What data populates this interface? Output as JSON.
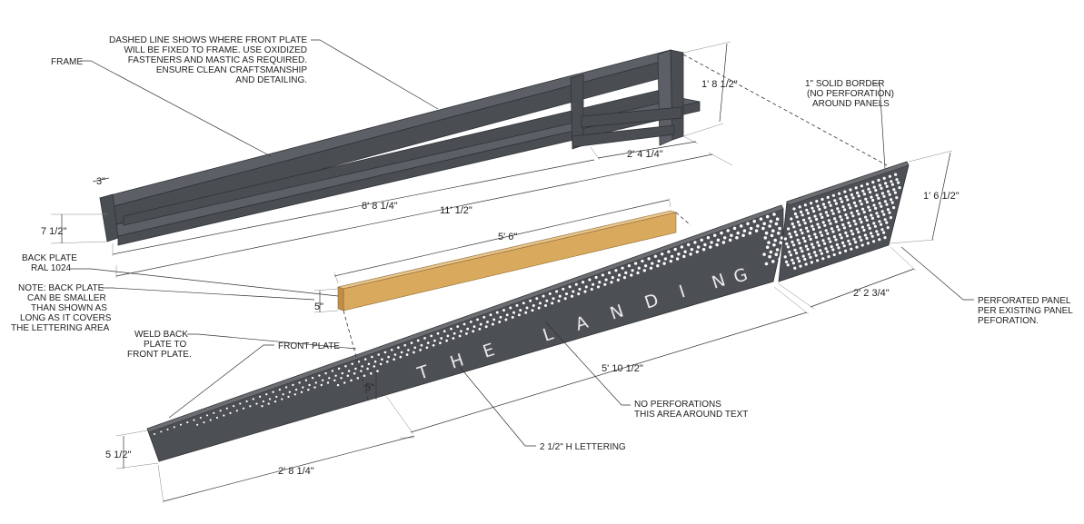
{
  "notes": {
    "dashed_line": [
      "DASHED LINE SHOWS WHERE FRONT PLATE",
      "WILL BE FIXED TO FRAME. USE OXIDIZED",
      "FASTENERS AND MASTIC AS REQUIRED.",
      "ENSURE CLEAN CRAFTSMANSHIP",
      "AND DETAILING."
    ],
    "frame": "FRAME",
    "back_plate": [
      "BACK PLATE",
      "RAL 1024"
    ],
    "back_plate_note": [
      "NOTE: BACK PLATE",
      "CAN BE SMALLER",
      "THAN SHOWN AS",
      "LONG AS IT COVERS",
      "THE LETTERING AREA"
    ],
    "weld": [
      "WELD BACK",
      "PLATE TO",
      "FRONT PLATE."
    ],
    "front_plate": "FRONT PLATE",
    "solid_border": [
      "1\" SOLID BORDER",
      "(NO PERFORATION)",
      "AROUND PANELS"
    ],
    "perforated_panel": [
      "PERFORATED PANEL",
      "PER EXISTING PANEL",
      "PEFORATION."
    ],
    "no_perforations": [
      "NO PERFORATIONS",
      "THIS AREA AROUND TEXT"
    ],
    "lettering": "2 1/2\" H LETTERING"
  },
  "dimensions": {
    "frame_height_right": "1' 8 1/2\"",
    "frame_right_segment": "2' 4 1/4\"",
    "frame_length": "8' 8 1/4\"",
    "overall_length": "11' 1/2\"",
    "frame_thickness": "3\"",
    "frame_height_left": "7 1/2\"",
    "back_plate_length": "5' 6\"",
    "back_plate_height": "5\"",
    "right_panel_height": "1' 6 1/2\"",
    "right_panel_width": "2' 2 3/4\"",
    "front_plate_length": "5' 10 1/2\"",
    "lettering_band": "5\"",
    "front_left_height": "5 1/2\"",
    "front_left_segment": "2' 8 1/4\""
  },
  "sign_text": [
    "T",
    "H",
    "E",
    "L",
    "A",
    "N",
    "D",
    "I",
    "N",
    "G"
  ]
}
